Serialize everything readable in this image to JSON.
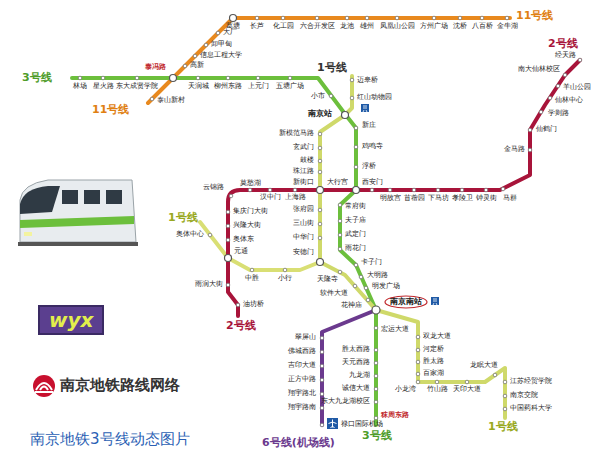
{
  "diagram": {
    "title": "南京地铁路线网络",
    "caption": "南京地铁3号线动态图片",
    "nodes": [
      {
        "text": [
          "wyx"
        ]
      },
      {
        "text": [
          "南京南站"
        ]
      }
    ],
    "labels": [
      "11号线",
      "葛塘",
      "长芦",
      "化工园",
      "六合开发区",
      "龙池",
      "雄州",
      "凤凰山公园",
      "方州广场",
      "沈桥",
      "八百桥",
      "金牛湖",
      "大厂",
      "卸甲甸",
      "信息工程大学",
      "高新",
      "泰冯路",
      "泰山新村",
      "11号线",
      "3号线",
      "林场",
      "星火路",
      "东大成贤学院",
      "天润城",
      "柳州东路",
      "上元门",
      "五塘广场",
      "小市",
      "南京站",
      "1号线",
      "迈皋桥",
      "红山动物园",
      "新庄",
      "鸡鸣寺",
      "浮桥",
      "新模范马路",
      "玄武门",
      "鼓楼",
      "珠江路",
      "新街口",
      "大行宫",
      "西安门",
      "明故宫",
      "苜蓿园",
      "下马坊",
      "孝陵卫",
      "钟灵街",
      "马群",
      "金马路",
      "仙鹤门",
      "学则路",
      "仙林中心",
      "羊山公园",
      "南大仙林校区",
      "经天路",
      "2号线",
      "汉中门",
      "上海路",
      "莫愁湖",
      "云锦路",
      "集庆门大街",
      "兴隆大街",
      "奥体东",
      "元通",
      "雨润大街",
      "油坊桥",
      "2号线",
      "1号线",
      "奥体中心",
      "中胜",
      "小行",
      "张府园",
      "三山街",
      "中华门",
      "安德门",
      "天隆寺",
      "软件大道",
      "花神庙",
      "卡子门",
      "常府街",
      "夫子庙",
      "武定门",
      "雨花门",
      "大明路",
      "明发广场",
      "宏运大道",
      "双龙大道",
      "河定桥",
      "胜太路",
      "百家湖",
      "小龙湾",
      "竹山路",
      "天印大道",
      "龙眠大道",
      "江苏经贸学院",
      "南京交院",
      "中国药科大学",
      "1号线",
      "胜太西路",
      "天元西路",
      "九龙湖",
      "诚信大道",
      "东大九龙湖校区",
      "秣周东路",
      "3号线",
      "翠屏山",
      "佛城西路",
      "吉印大道",
      "正方中路",
      "翔宇路北",
      "翔宇路南",
      "禄口国际机场",
      "6号线(机场线)"
    ]
  }
}
